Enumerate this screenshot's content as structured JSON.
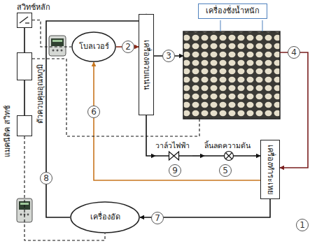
{
  "diagram": {
    "nodes": [
      {
        "text": [
          "สวิทช์หลัก"
        ]
      },
      {
        "text": [
          "ตัวควบคุมอุณหภูมิ"
        ]
      },
      {
        "text": [
          "แมคนีติค สวิทช์"
        ]
      },
      {
        "text": [
          "โบลเวอร์"
        ]
      },
      {
        "text": [
          "เครื่องควบแน่น"
        ]
      },
      {
        "text": [
          "เครื่องชั่งน้ำหนัก"
        ]
      },
      {
        "text": [
          "วาล์วไฟฟ้า"
        ]
      },
      {
        "text": [
          "ลิ้นลดความดัน"
        ]
      },
      {
        "text": [
          "เครื่องทำระเหย"
        ]
      },
      {
        "text": [
          "เครื่องอัด"
        ]
      }
    ],
    "edges": [
      {
        "from": 0,
        "to": 1,
        "arrow": "none"
      },
      {
        "from": 1,
        "to": 2,
        "arrow": "none"
      },
      {
        "from": 0,
        "to": 3,
        "arrow": "none"
      },
      {
        "from": 3,
        "to": 4,
        "arrow": "to"
      },
      {
        "from": 4,
        "to": 5,
        "arrow": "to"
      },
      {
        "from": 5,
        "to": 8,
        "arrow": "to"
      },
      {
        "from": 8,
        "to": 3,
        "arrow": "to"
      },
      {
        "from": 9,
        "to": 4,
        "arrow": "to"
      },
      {
        "from": 4,
        "to": 6,
        "arrow": "to"
      },
      {
        "from": 6,
        "to": 7,
        "arrow": "to"
      },
      {
        "from": 7,
        "to": 8,
        "arrow": "to"
      },
      {
        "from": 8,
        "to": 9,
        "arrow": "to"
      },
      {
        "from": 1,
        "to": 5,
        "arrow": "none"
      },
      {
        "from": 2,
        "to": 9,
        "arrow": "none"
      }
    ],
    "labels": [
      "1",
      "2",
      "3",
      "4",
      "5",
      "6",
      "7",
      "8",
      "9"
    ]
  }
}
